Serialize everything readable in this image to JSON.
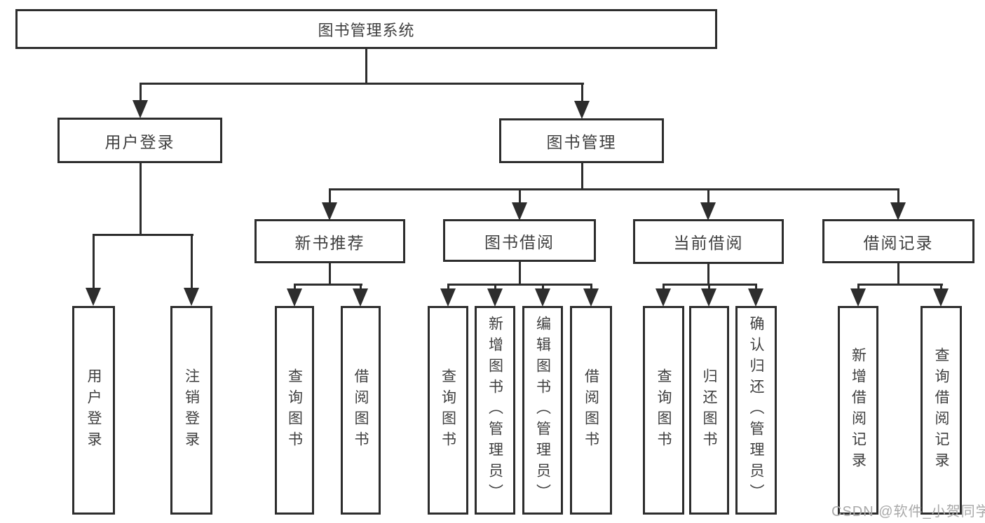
{
  "colors": {
    "line": "#2d2d2d",
    "text": "#3f3f3f",
    "box_background": "#ffffff",
    "watermark": "#a9a9a9"
  },
  "watermark": {
    "text": "CSDN @软件_小贺同学"
  },
  "tree": {
    "root": {
      "label": "图书管理系统",
      "children": [
        {
          "label": "用户登录",
          "children": [
            {
              "label": "用户登录"
            },
            {
              "label": "注销登录"
            }
          ]
        },
        {
          "label": "图书管理",
          "children": [
            {
              "label": "新书推荐",
              "children": [
                {
                  "label": "查询图书"
                },
                {
                  "label": "借阅图书"
                }
              ]
            },
            {
              "label": "图书借阅",
              "children": [
                {
                  "label": "查询图书"
                },
                {
                  "label": "新增图书（管理员）"
                },
                {
                  "label": "编辑图书（管理员）"
                },
                {
                  "label": "借阅图书"
                }
              ]
            },
            {
              "label": "当前借阅",
              "children": [
                {
                  "label": "查询图书"
                },
                {
                  "label": "归还图书"
                },
                {
                  "label": "确认归还（管理员）"
                }
              ]
            },
            {
              "label": "借阅记录",
              "children": [
                {
                  "label": "新增借阅记录"
                },
                {
                  "label": "查询借阅记录"
                }
              ]
            }
          ]
        }
      ]
    }
  }
}
